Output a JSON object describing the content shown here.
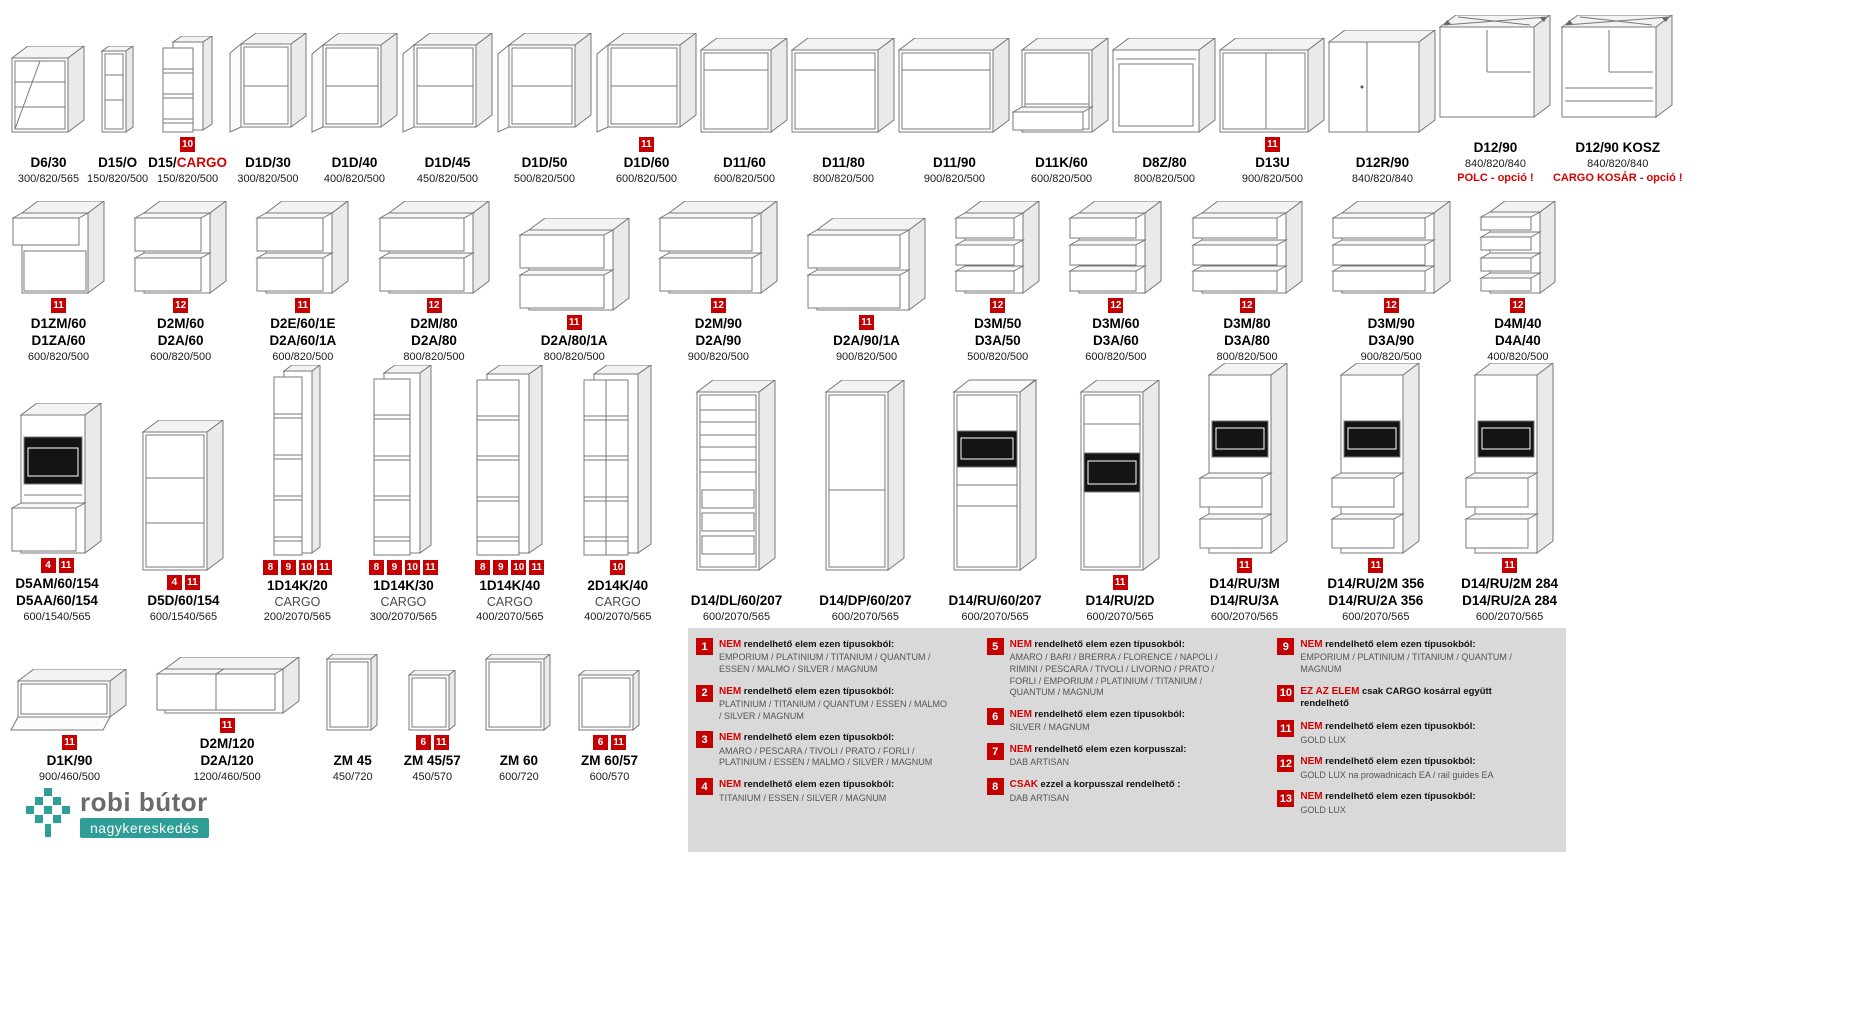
{
  "colors": {
    "badge_red": "#c40000",
    "text_red": "#d60000",
    "legend_bg": "#d9d9d9",
    "logo_teal": "#2f9e96"
  },
  "rows": [
    {
      "items": [
        {
          "name": "D6/30",
          "dims": "300/820/565",
          "draw": {
            "type": "cornerOpen",
            "w": 56,
            "h": 86
          }
        },
        {
          "name": "D15/O",
          "dims": "150/820/500",
          "draw": {
            "type": "open",
            "w": 24,
            "h": 86,
            "sh": [
              0.3,
              0.6
            ]
          }
        },
        {
          "name": "D15/",
          "nameRed": "CARGO",
          "dims": "150/820/500",
          "badges": [
            10
          ],
          "draw": {
            "type": "cargo",
            "w": 30,
            "h": 94
          }
        },
        {
          "name": "D1D/30",
          "dims": "300/820/500",
          "draw": {
            "type": "door",
            "w": 50,
            "h": 94
          }
        },
        {
          "name": "D1D/40",
          "dims": "400/820/500",
          "draw": {
            "type": "door",
            "w": 58,
            "h": 94
          }
        },
        {
          "name": "D1D/45",
          "dims": "450/820/500",
          "draw": {
            "type": "door",
            "w": 62,
            "h": 94
          }
        },
        {
          "name": "D1D/50",
          "dims": "500/820/500",
          "draw": {
            "type": "door",
            "w": 66,
            "h": 94
          }
        },
        {
          "name": "D1D/60",
          "dims": "600/820/500",
          "badges": [
            11
          ],
          "draw": {
            "type": "door",
            "w": 72,
            "h": 94
          }
        },
        {
          "name": "D11/60",
          "dims": "600/820/500",
          "draw": {
            "type": "shelfTop",
            "w": 70,
            "h": 94
          }
        },
        {
          "name": "D11/80",
          "dims": "800/820/500",
          "draw": {
            "type": "shelfTop",
            "w": 86,
            "h": 94
          }
        },
        {
          "name": "D11/90",
          "dims": "900/820/500",
          "draw": {
            "type": "shelfTop",
            "w": 94,
            "h": 94
          }
        },
        {
          "name": "D11K/60",
          "dims": "600/820/500",
          "draw": {
            "type": "drawerBot",
            "w": 70,
            "h": 94
          }
        },
        {
          "name": "D8Z/80",
          "dims": "800/820/500",
          "draw": {
            "type": "sink",
            "w": 86,
            "h": 94
          }
        },
        {
          "name": "D13U",
          "dims": "900/820/500",
          "badges": [
            11
          ],
          "draw": {
            "type": "cornerBlind",
            "w": 88,
            "h": 94
          }
        },
        {
          "name": "D12R/90",
          "dims": "840/820/840",
          "draw": {
            "type": "cornerDoor",
            "w": 90,
            "h": 102
          }
        },
        {
          "name": "D12/90",
          "dims": "840/820/840",
          "subRed": "POLC - opció !",
          "draw": {
            "type": "cornerTop",
            "w": 94,
            "h": 102
          }
        },
        {
          "name": "D12/90 KOSZ",
          "dims": "840/820/840",
          "subRed": "CARGO KOSÁR - opció !",
          "draw": {
            "type": "cornerTopK",
            "w": 94,
            "h": 102
          }
        }
      ]
    },
    {
      "items": [
        {
          "name": "D1ZM/60",
          "name2": "D1ZA/60",
          "dims": "600/820/500",
          "badges": [
            11
          ],
          "draw": {
            "type": "drawers1",
            "w": 66,
            "h": 92
          }
        },
        {
          "name": "D2M/60",
          "name2": "D2A/60",
          "dims": "600/820/500",
          "badges": [
            12
          ],
          "draw": {
            "type": "drawers",
            "n": 2,
            "w": 66,
            "h": 92
          }
        },
        {
          "name": "D2E/60/1E",
          "name2": "D2A/60/1A",
          "dims": "600/820/500",
          "badges": [
            11
          ],
          "draw": {
            "type": "drawers",
            "n": 2,
            "w": 66,
            "h": 92
          }
        },
        {
          "name": "D2M/80",
          "name2": "D2A/80",
          "dims": "800/820/500",
          "badges": [
            12
          ],
          "draw": {
            "type": "drawers",
            "n": 2,
            "w": 84,
            "h": 92
          }
        },
        {
          "name": "D2A/80/1A",
          "dims": "800/820/500",
          "badges": [
            11
          ],
          "draw": {
            "type": "drawers",
            "n": 2,
            "w": 84,
            "h": 92
          }
        },
        {
          "name": "D2M/90",
          "name2": "D2A/90",
          "dims": "900/820/500",
          "badges": [
            12
          ],
          "draw": {
            "type": "drawers",
            "n": 2,
            "w": 92,
            "h": 92
          }
        },
        {
          "name": "D2A/90/1A",
          "dims": "900/820/500",
          "badges": [
            11
          ],
          "draw": {
            "type": "drawers",
            "n": 2,
            "w": 92,
            "h": 92
          }
        },
        {
          "name": "D3M/50",
          "name2": "D3A/50",
          "dims": "500/820/500",
          "badges": [
            12
          ],
          "draw": {
            "type": "drawers",
            "n": 3,
            "w": 58,
            "h": 92
          }
        },
        {
          "name": "D3M/60",
          "name2": "D3A/60",
          "dims": "600/820/500",
          "badges": [
            12
          ],
          "draw": {
            "type": "drawers",
            "n": 3,
            "w": 66,
            "h": 92
          }
        },
        {
          "name": "D3M/80",
          "name2": "D3A/80",
          "dims": "800/820/500",
          "badges": [
            12
          ],
          "draw": {
            "type": "drawers",
            "n": 3,
            "w": 84,
            "h": 92
          }
        },
        {
          "name": "D3M/90",
          "name2": "D3A/90",
          "dims": "900/820/500",
          "badges": [
            12
          ],
          "draw": {
            "type": "drawers",
            "n": 3,
            "w": 92,
            "h": 92
          }
        },
        {
          "name": "D4M/40",
          "name2": "D4A/40",
          "dims": "400/820/500",
          "badges": [
            12
          ],
          "draw": {
            "type": "drawers",
            "n": 4,
            "w": 50,
            "h": 92
          }
        }
      ]
    },
    {
      "items": [
        {
          "name": "D5AM/60/154",
          "name2": "D5AA/60/154",
          "dims": "600/1540/565",
          "badges": [
            4,
            11
          ],
          "draw": {
            "type": "ovenMid",
            "w": 64,
            "h": 150
          }
        },
        {
          "name": "D5D/60/154",
          "dims": "600/1540/565",
          "badges": [
            4,
            11
          ],
          "draw": {
            "type": "tallOpen",
            "w": 64,
            "h": 150,
            "sh": [
              0.33,
              0.66
            ]
          }
        },
        {
          "name": "1D14K/20",
          "sub": "CARGO",
          "dims": "200/2070/565",
          "badges": [
            8,
            9,
            10,
            11
          ],
          "draw": {
            "type": "tallCargo",
            "w": 28,
            "h": 188
          }
        },
        {
          "name": "1D14K/30",
          "sub": "CARGO",
          "dims": "300/2070/565",
          "badges": [
            8,
            9,
            10,
            11
          ],
          "draw": {
            "type": "tallCargo",
            "w": 36,
            "h": 188
          }
        },
        {
          "name": "1D14K/40",
          "sub": "CARGO",
          "dims": "400/2070/565",
          "badges": [
            8,
            9,
            10,
            11
          ],
          "draw": {
            "type": "tallCargo",
            "w": 42,
            "h": 188
          }
        },
        {
          "name": "2D14K/40",
          "sub": "CARGO",
          "dims": "400/2070/565",
          "badges": [
            10
          ],
          "draw": {
            "type": "tallCargo2",
            "w": 44,
            "h": 188
          }
        },
        {
          "name": "D14/DL/60/207",
          "dims": "600/2070/565",
          "draw": {
            "type": "tallFridge",
            "w": 62,
            "h": 190
          }
        },
        {
          "name": "D14/DP/60/207",
          "dims": "600/2070/565",
          "draw": {
            "type": "tallOpen",
            "w": 62,
            "h": 190,
            "sh": [
              0.55
            ]
          }
        },
        {
          "name": "D14/RU/60/207",
          "dims": "600/2070/565",
          "draw": {
            "type": "ovenTop",
            "w": 66,
            "h": 190
          }
        },
        {
          "name": "D14/RU/2D",
          "dims": "600/2070/565",
          "badges": [
            11
          ],
          "draw": {
            "type": "oven",
            "w": 62,
            "h": 190
          }
        },
        {
          "name": "D14/RU/3M",
          "name2": "D14/RU/3A",
          "dims": "600/2070/565",
          "badges": [
            11
          ],
          "draw": {
            "type": "ovenDrawers",
            "w": 62,
            "h": 190
          }
        },
        {
          "name": "D14/RU/2M 356",
          "name2": "D14/RU/2A 356",
          "dims": "600/2070/565",
          "badges": [
            11
          ],
          "draw": {
            "type": "ovenDrawers",
            "w": 62,
            "h": 190
          }
        },
        {
          "name": "D14/RU/2M 284",
          "name2": "D14/RU/2A 284",
          "dims": "600/2070/565",
          "badges": [
            11
          ],
          "draw": {
            "type": "ovenDrawers",
            "w": 62,
            "h": 190
          }
        }
      ]
    },
    {
      "items": [
        {
          "name": "D1K/90",
          "dims": "900/460/500",
          "badges": [
            11
          ],
          "draw": {
            "type": "flip",
            "w": 92,
            "h": 48
          }
        },
        {
          "name": "D2M/120",
          "name2": "D2A/120",
          "dims": "1200/460/500",
          "badges": [
            11
          ],
          "draw": {
            "type": "drawers2x",
            "w": 118,
            "h": 56
          }
        },
        {
          "name": "ZM 45",
          "dims": "450/720",
          "draw": {
            "type": "panel",
            "w": 44,
            "h": 76
          }
        },
        {
          "name": "ZM 45/57",
          "dims": "450/570",
          "badges": [
            6,
            11
          ],
          "draw": {
            "type": "panel",
            "w": 40,
            "h": 60
          }
        },
        {
          "name": "ZM 60",
          "dims": "600/720",
          "draw": {
            "type": "panel",
            "w": 58,
            "h": 76
          }
        },
        {
          "name": "ZM 60/57",
          "dims": "600/570",
          "badges": [
            6,
            11
          ],
          "draw": {
            "type": "panel",
            "w": 54,
            "h": 60
          }
        }
      ]
    }
  ],
  "legend": {
    "columns": [
      [
        {
          "num": 1,
          "lead": "NEM",
          "bold": "rendelhető elem ezen típusokból:",
          "text": "EMPORIUM / PLATINIUM / TITANIUM / QUANTUM / ESSEN / MALMO / SILVER / MAGNUM"
        },
        {
          "num": 2,
          "lead": "NEM",
          "bold": "rendelhető elem ezen típusokból:",
          "text": "PLATINIUM / TITANIUM / QUANTUM / ESSEN / MALMO / SILVER / MAGNUM"
        },
        {
          "num": 3,
          "lead": "NEM",
          "bold": "rendelhető elem ezen típusokból:",
          "text": "AMARO / PESCARA / TIVOLI / PRATO / FORLI / PLATINIUM / ESSEN / MALMO / SILVER / MAGNUM"
        },
        {
          "num": 4,
          "lead": "NEM",
          "bold": "rendelhető elem ezen típusokból:",
          "text": "TITANIUM / ESSEN / SILVER / MAGNUM"
        }
      ],
      [
        {
          "num": 5,
          "lead": "NEM",
          "bold": "rendelhető elem ezen típusokból:",
          "text": "AMARO / BARI / BRERRA / FLORENCE / NAPOLI / RIMINI / PESCARA / TIVOLI / LIVORNO / PRATO / FORLI / EMPORIUM / PLATINIUM / TITANIUM / QUANTUM / MAGNUM"
        },
        {
          "num": 6,
          "lead": "NEM",
          "bold": "rendelhető elem ezen típusokból:",
          "text": "SILVER / MAGNUM"
        },
        {
          "num": 7,
          "lead": "NEM",
          "bold": "rendelhető elem ezen korpusszal:",
          "text": "DAB ARTISAN"
        },
        {
          "num": 8,
          "lead": "CSAK",
          "bold": "ezzel a korpusszal rendelhető :",
          "text": "DAB ARTISAN"
        }
      ],
      [
        {
          "num": 9,
          "lead": "NEM",
          "bold": "rendelhető elem ezen típusokból:",
          "text": "EMPORIUM / PLATINIUM / TITANIUM / QUANTUM / MAGNUM"
        },
        {
          "num": 10,
          "lead": "EZ AZ ELEM",
          "bold": "csak CARGO kosárral  együtt rendelhető",
          "text": ""
        },
        {
          "num": 11,
          "lead": "NEM",
          "bold": "rendelhető elem ezen típusokból:",
          "text": "GOLD LUX"
        },
        {
          "num": 12,
          "lead": "NEM",
          "bold": "rendelhető elem ezen típusokból:",
          "text": "GOLD LUX na prowadnicach EA / rail guides EA"
        },
        {
          "num": 13,
          "lead": "NEM",
          "bold": "rendelhető elem ezen típusokból:",
          "text": "GOLD LUX"
        }
      ]
    ]
  },
  "logo": {
    "line1": "robi bútor",
    "line2": "nagykereskedés"
  }
}
